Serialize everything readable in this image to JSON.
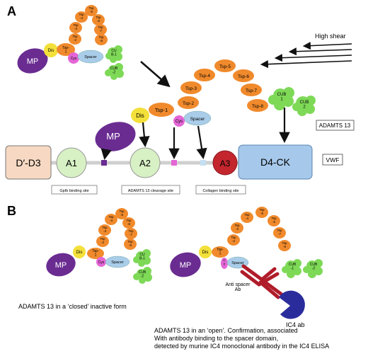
{
  "panel_a": {
    "label": "A",
    "high_shear": "High shear",
    "adamts13_box": "ADAMTS 13",
    "vwf_box": "VWF",
    "site_labels": {
      "gpib": "GpIb binding site",
      "cleavage": "ADAMTS 13 cleavage site",
      "collagen": "Collagen binding site"
    },
    "small_molecule": {
      "mp": "MP",
      "dis": "Dis",
      "tsp1": "Tsp-\n1",
      "cys": "Cys",
      "spacer": "Spacer",
      "tsp2": "Tsp\n-2",
      "tsp3": "Tsp\n-3",
      "tsp4": "Tsp\n-4",
      "tsp5": "Tsp\n-5",
      "tsp6": "Tsp\n-6",
      "tsp7": "Tsp\n-7",
      "tsp8": "Tsp\n-8",
      "cub1": "CU\nB-1",
      "cub2": "CUB\n-2"
    },
    "large_molecule": {
      "mp": "MP",
      "dis": "Dis",
      "tsp1": "Tsp-1",
      "cys": "Cys",
      "spacer": "Spacer",
      "tsp2": "Tsp-2",
      "tsp3": "Tsp-3",
      "tsp4": "Tsp-4",
      "tsp5": "Tsp-5",
      "tsp6": "Tsp-6",
      "tsp7": "Tsp-7",
      "tsp8": "Tsp-8",
      "cub1": "CUB\n1",
      "cub2": "CUB\n2"
    },
    "vwf_domains": {
      "d_d3": "D′-D3",
      "a1": "A1",
      "a2": "A2",
      "a3": "A3",
      "d4ck": "D4-CK"
    }
  },
  "panel_b": {
    "label": "B",
    "closed_caption": "ADAMTS 13 in a ‘closed’ inactive form",
    "open_caption": [
      "ADAMTS 13 in an ‘open’. Confirmation, associated",
      "With antibody binding to the spacer domain,",
      "detected by murine IC4 monoclonal antibody in the IC4 ELISA"
    ],
    "anti_spacer_ab": "Anti spacer\nAb",
    "ic4_ab": "IC4 ab",
    "closed_molecule": {
      "mp": "MP",
      "dis": "Dis",
      "tsp1": "Tsp-\n1",
      "cys": "Cys",
      "spacer": "Spacer",
      "tsp2": "Tsp\n-2",
      "tsp3": "Tsp\n-3",
      "tsp4": "Tsp\n-4",
      "tsp5": "Tsp\n-5",
      "tsp6": "Tsp\n-6",
      "tsp7": "Tsp\n-7",
      "tsp8": "Tsp\n-8",
      "cub1": "CU\nB-1",
      "cub2": "CUB\n-2"
    },
    "open_molecule": {
      "mp": "MP",
      "dis": "Dis",
      "tsp1": "Tsp-\n1",
      "cys": "C\ny",
      "spacer": "Spacer",
      "tsp2": "Tsp\n-2",
      "tsp3": "Tsp\n-3",
      "tsp4": "Tsp\n-4",
      "tsp5": "Tsp\n-5",
      "tsp6": "Tsp\n-6",
      "tsp7": "Tsp\n-7",
      "tsp8": "Tsp\n-8",
      "cub1": "CUB\n-1",
      "cub2": "CUB\n-2"
    }
  },
  "colors": {
    "mp": "#6a2c91",
    "dis": "#f3e03a",
    "tsp": "#f08a2c",
    "cys": "#e466d6",
    "spacer": "#a9cde9",
    "cub": "#7ed957",
    "a_domain": "#d7f0c4",
    "a3": "#c4262e",
    "d_d3": "#f7d9c3",
    "d4ck": "#a6c8ea",
    "antibody": "#b01c2a",
    "ic4": "#2b2c9c"
  }
}
